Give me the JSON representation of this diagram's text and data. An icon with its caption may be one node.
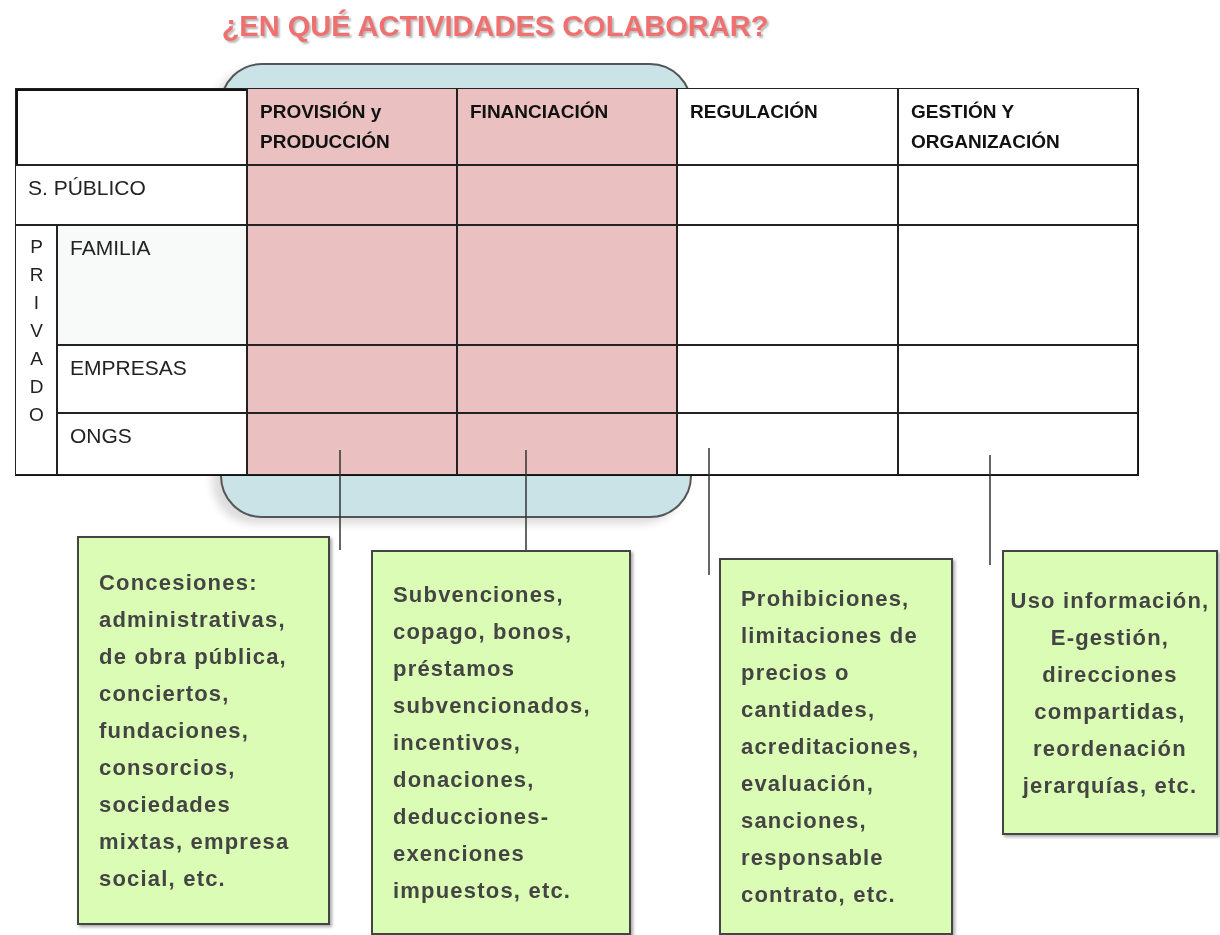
{
  "diagram": {
    "title": "¿EN QUÉ ACTIVIDADES COLABORAR?",
    "nodes": [
      {
        "text": [
          "Concesiones: administrativas, de obra pública, conciertos, fundaciones, consorcios, sociedades mixtas, empresa social, etc."
        ]
      },
      {
        "text": [
          "Subvenciones, copago, bonos, préstamos subvencionados, incentivos, donaciones, deducciones-exenciones impuestos, etc."
        ]
      },
      {
        "text": [
          "Prohibiciones, limitaciones de precios o cantidades, acreditaciones, evaluación, sanciones, responsable contrato, etc."
        ]
      },
      {
        "text": [
          "Uso información, E-gestión, direcciones compartidas, reordenación jerarquías, etc."
        ]
      }
    ],
    "edges": [
      {
        "from": 0,
        "to": null,
        "arrow": "none"
      },
      {
        "from": 1,
        "to": null,
        "arrow": "none"
      },
      {
        "from": 2,
        "to": null,
        "arrow": "none"
      },
      {
        "from": 3,
        "to": null,
        "arrow": "none"
      }
    ],
    "labels": [
      "PROVISIÓN y PRODUCCIÓN",
      "FINANCIACIÓN",
      "REGULACIÓN",
      "GESTIÓN Y ORGANIZACIÓN",
      "S. PÚBLICO",
      "PRIVADO",
      "FAMILIA",
      "EMPRESAS",
      "ONGS"
    ]
  }
}
